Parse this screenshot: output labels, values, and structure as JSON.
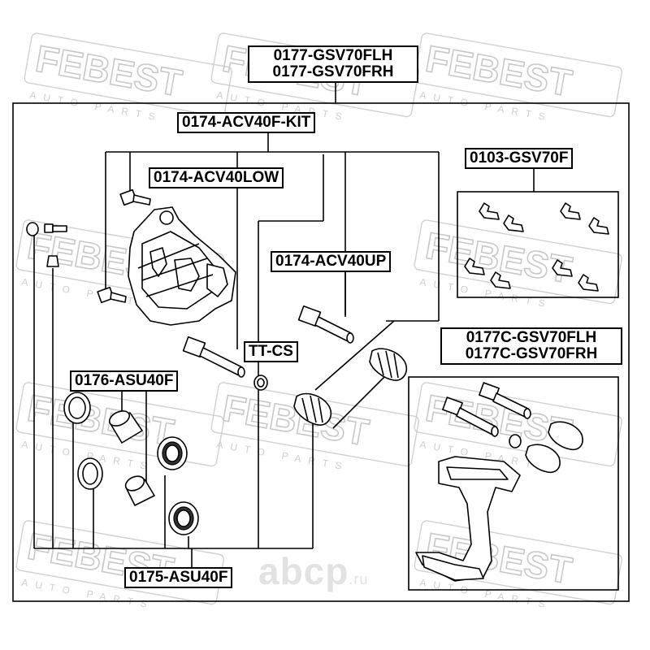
{
  "watermark": {
    "brand": "FEBEST",
    "sub": "AUTO PARTS"
  },
  "site_watermark": {
    "name": "abcp",
    "tld": ".ru"
  },
  "labels": {
    "assembly": [
      "0177-GSV70FLH",
      "0177-GSV70FRH"
    ],
    "kit": "0174-ACV40F-KIT",
    "low": "0174-ACV40LOW",
    "up": "0174-ACV40UP",
    "clips": "0103-GSV70F",
    "ttcs": "TT-CS",
    "bracket": [
      "0177C-GSV70FLH",
      "0177C-GSV70FRH"
    ],
    "piston_kit": "0176-ASU40F",
    "seal_kit": "0175-ASU40F"
  },
  "colors": {
    "line": "#000000",
    "watermark": "#c8c8c8",
    "background": "#ffffff"
  }
}
